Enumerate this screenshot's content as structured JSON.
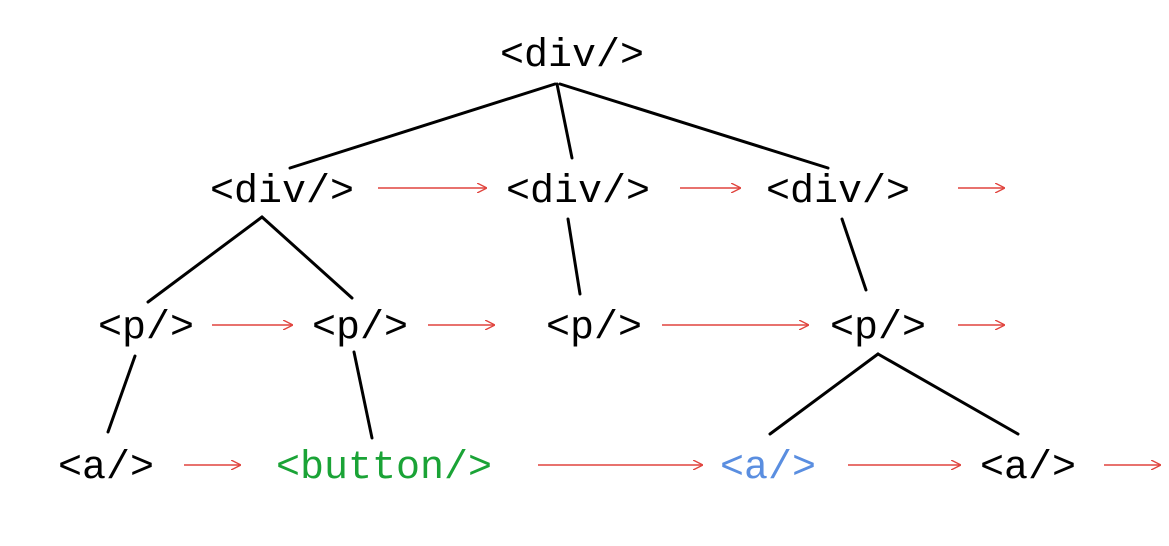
{
  "nodes": {
    "root": {
      "label": "<div/>"
    },
    "div_a": {
      "label": "<div/>"
    },
    "div_b": {
      "label": "<div/>"
    },
    "div_c": {
      "label": "<div/>"
    },
    "p_a": {
      "label": "<p/>"
    },
    "p_b": {
      "label": "<p/>"
    },
    "p_c": {
      "label": "<p/>"
    },
    "p_d": {
      "label": "<p/>"
    },
    "a_1": {
      "label": "<a/>"
    },
    "button": {
      "label": "<button/>"
    },
    "a_2": {
      "label": "<a/>"
    },
    "a_3": {
      "label": "<a/>"
    }
  },
  "colors": {
    "text": "#000000",
    "button_highlight": "#1aa336",
    "link_highlight": "#5a8ee0",
    "edge": "#000000",
    "sibling_arrow": "#e0443e"
  },
  "tree_edges": [
    [
      "root",
      "div_a"
    ],
    [
      "root",
      "div_b"
    ],
    [
      "root",
      "div_c"
    ],
    [
      "div_a",
      "p_a"
    ],
    [
      "div_a",
      "p_b"
    ],
    [
      "div_b",
      "p_c"
    ],
    [
      "div_c",
      "p_d"
    ],
    [
      "p_a",
      "a_1"
    ],
    [
      "p_b",
      "button"
    ],
    [
      "p_d",
      "a_2"
    ],
    [
      "p_d",
      "a_3"
    ]
  ],
  "sibling_arrows": [
    [
      "div_a",
      "div_b"
    ],
    [
      "div_b",
      "div_c"
    ],
    [
      "div_c",
      "end"
    ],
    [
      "p_a",
      "p_b"
    ],
    [
      "p_b",
      "p_c"
    ],
    [
      "p_c",
      "p_d"
    ],
    [
      "p_d",
      "end"
    ],
    [
      "a_1",
      "button"
    ],
    [
      "button",
      "a_2"
    ],
    [
      "a_2",
      "a_3"
    ],
    [
      "a_3",
      "end"
    ]
  ]
}
